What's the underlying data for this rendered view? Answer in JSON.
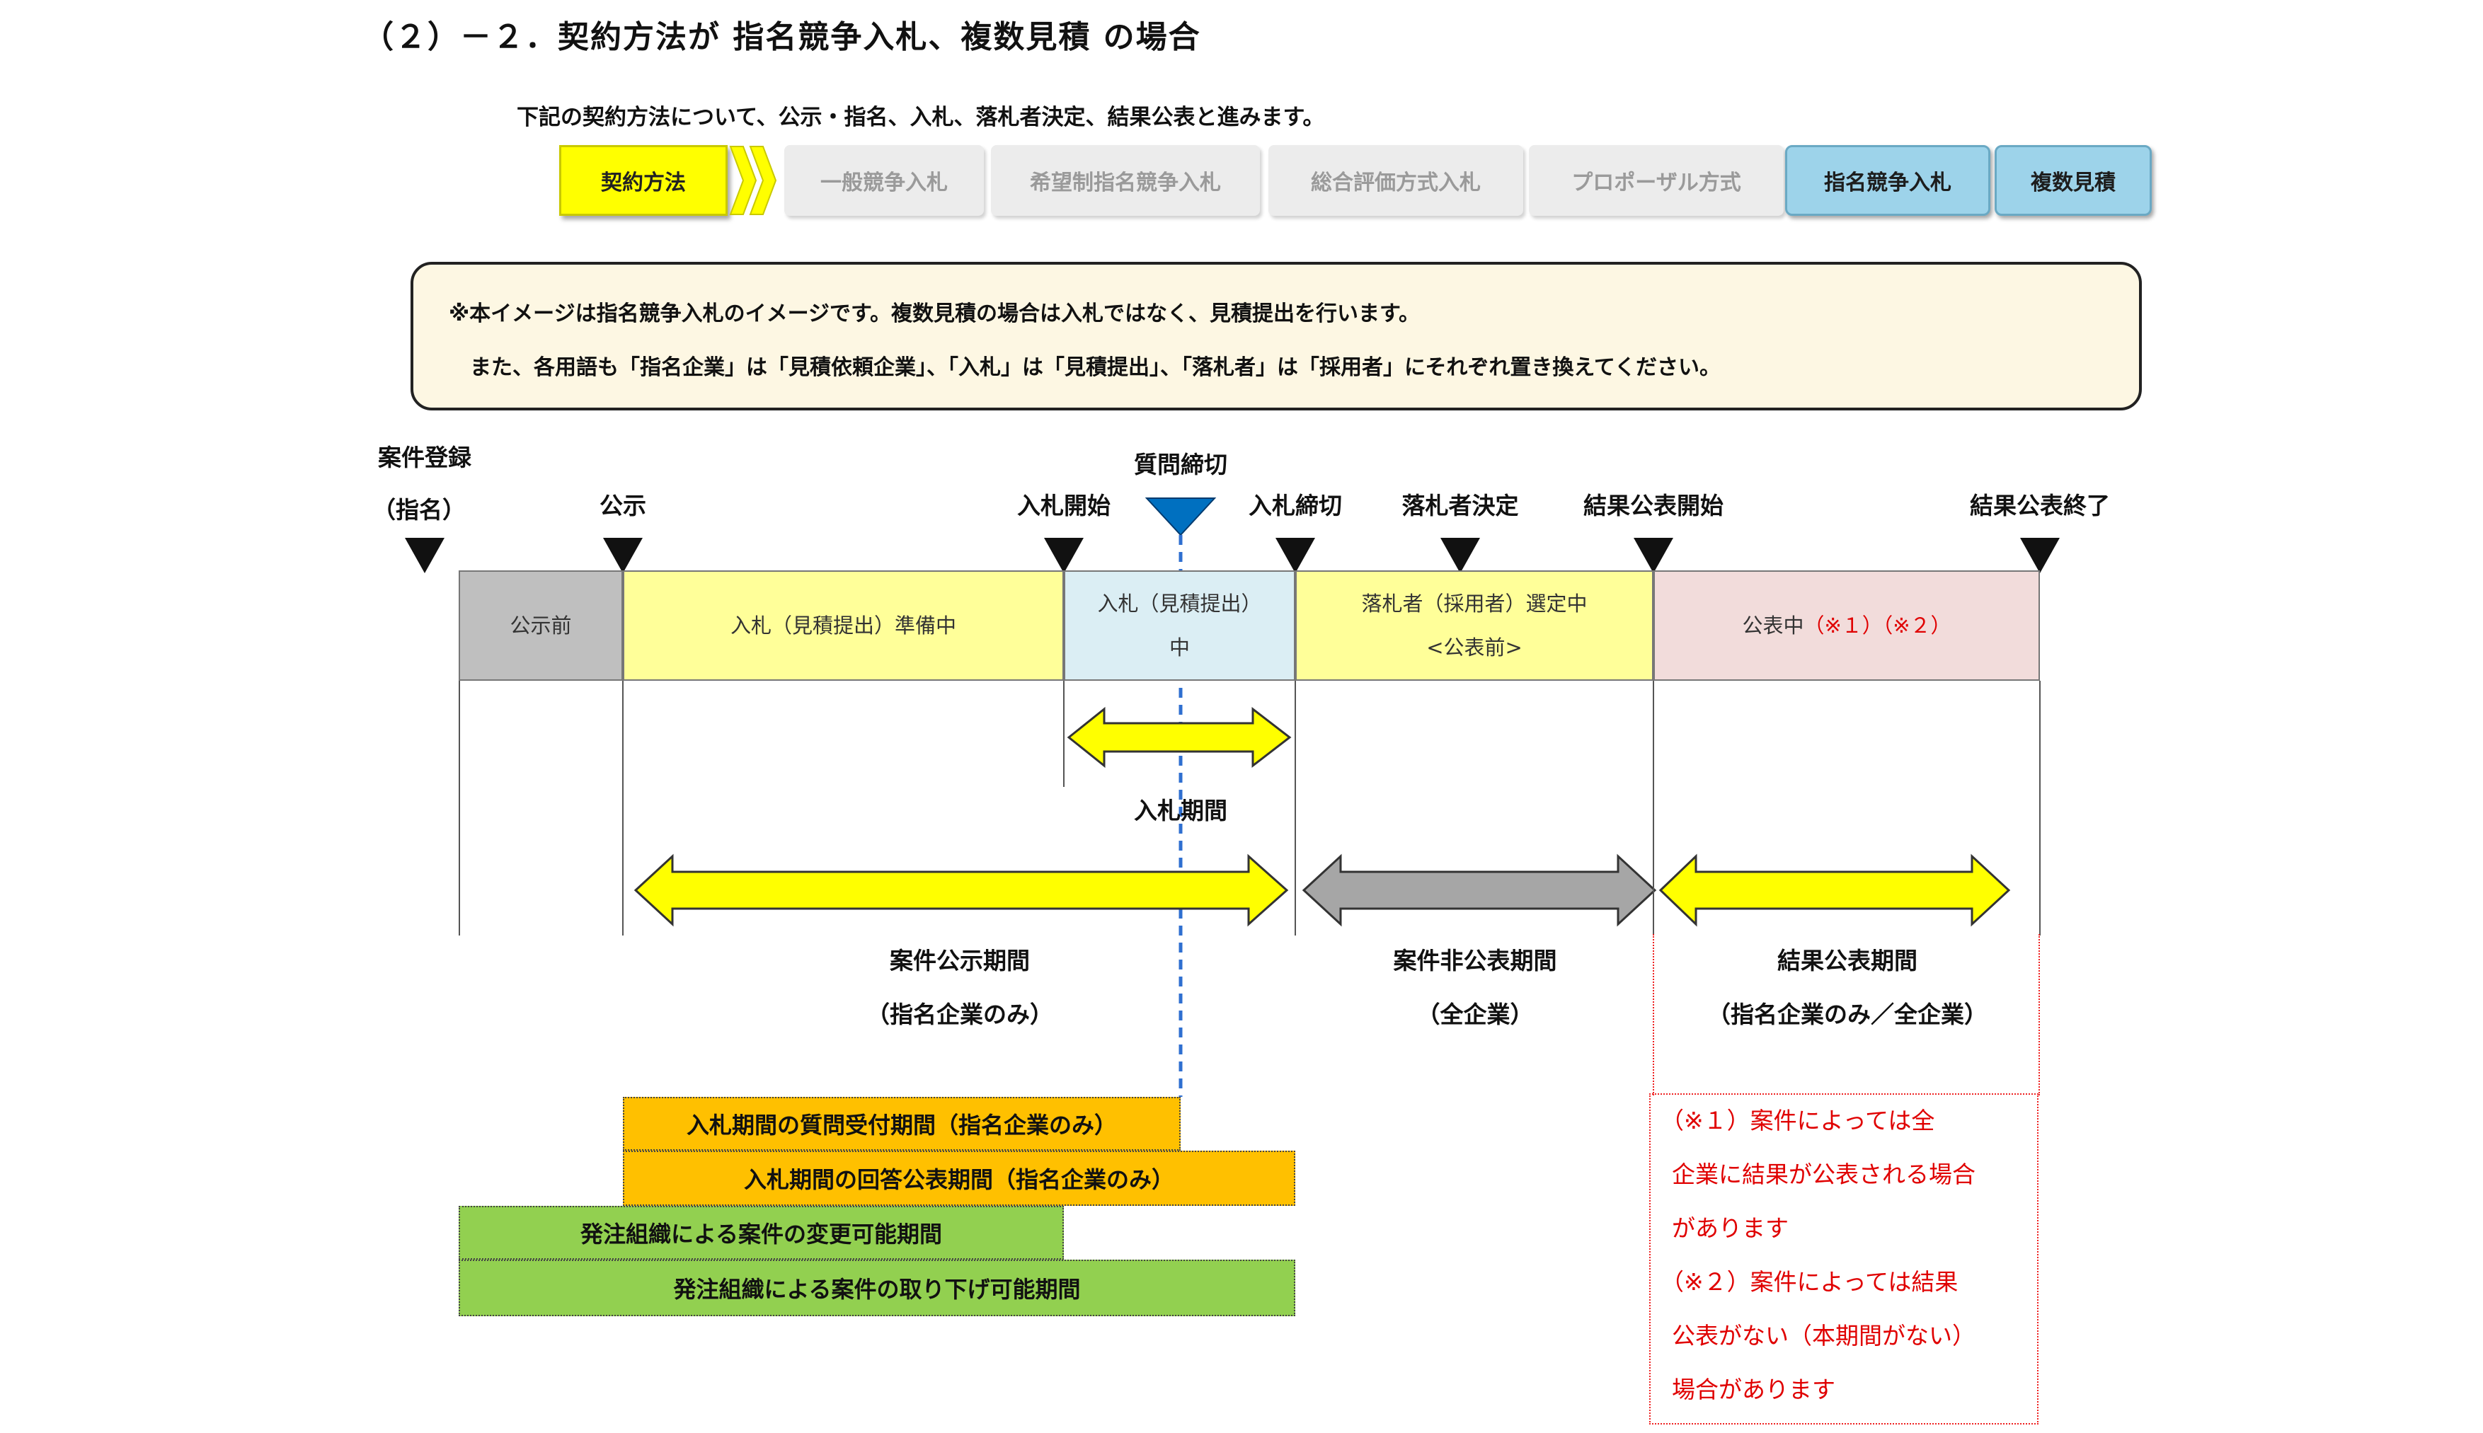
{
  "title": "（２）－２．契約方法が 指名競争入札、複数見積 の場合",
  "intro": "下記の契約方法について、公示・指名、入札、落札者決定、結果公表と進みます。",
  "tabs": [
    "契約方法",
    "一般競争入札",
    "希望制指名競争入札",
    "総合評価方式入札",
    "プロポーザル方式",
    "指名競争入札",
    "複数見積"
  ],
  "note": {
    "line1": "※本イメージは指名競争入札のイメージです。複数見積の場合は入札ではなく、見積提出を行います。",
    "line2": "また、各用語も「指名企業」は「見積依頼企業」、「入札」は「見積提出」、「落札者」は「採用者」にそれぞれ置き換えてください。"
  },
  "milestones": {
    "registration_line1": "案件登録",
    "registration_line2": "（指名）",
    "announce": "公示",
    "bid_start": "入札開始",
    "question_deadline": "質問締切",
    "bid_close": "入札締切",
    "winner_decided": "落札者決定",
    "result_start": "結果公表開始",
    "result_end": "結果公表終了"
  },
  "segments": {
    "pre_announce": "公示前",
    "bid_prep": "入札（見積提出）準備中",
    "bidding_line1": "入札（見積提出）",
    "bidding_line2": "中",
    "selecting_line1": "落札者（採用者）選定中",
    "selecting_line2": "<公表前>",
    "publishing_prefix": "公表中",
    "publishing_refs": "（※１）（※２）"
  },
  "periods": {
    "bid_period": "入札期間",
    "public_line1": "案件公示期間",
    "public_line2": "（指名企業のみ）",
    "nonpublic_line1": "案件非公表期間",
    "nonpublic_line2": "（全企業）",
    "result_line1": "結果公表期間",
    "result_line2": "（指名企業のみ／全企業）"
  },
  "bars": {
    "question_period": "入札期間の質問受付期間（指名企業のみ）",
    "answer_period": "入札期間の回答公表期間（指名企業のみ）",
    "change_period": "発注組織による案件の変更可能期間",
    "withdraw_period": "発注組織による案件の取り下げ可能期間"
  },
  "footnotes": [
    "（※１）案件によっては全",
    "企業に結果が公表される場合",
    "があります",
    "（※２）案件によっては結果",
    "公表がない（本期間がない）",
    "場合があります"
  ],
  "colors": {
    "active_tab": "#ffff00",
    "selected_tab": "#9dd3ea",
    "yellow_segment": "#ffff99",
    "blue_segment": "#dbeef4",
    "pink_segment": "#f2dcdb",
    "gray_segment": "#bfbfbf",
    "orange_bar": "#ffc000",
    "green_bar": "#92d050",
    "question_marker": "#0070c0",
    "note_text": "#e00000"
  }
}
